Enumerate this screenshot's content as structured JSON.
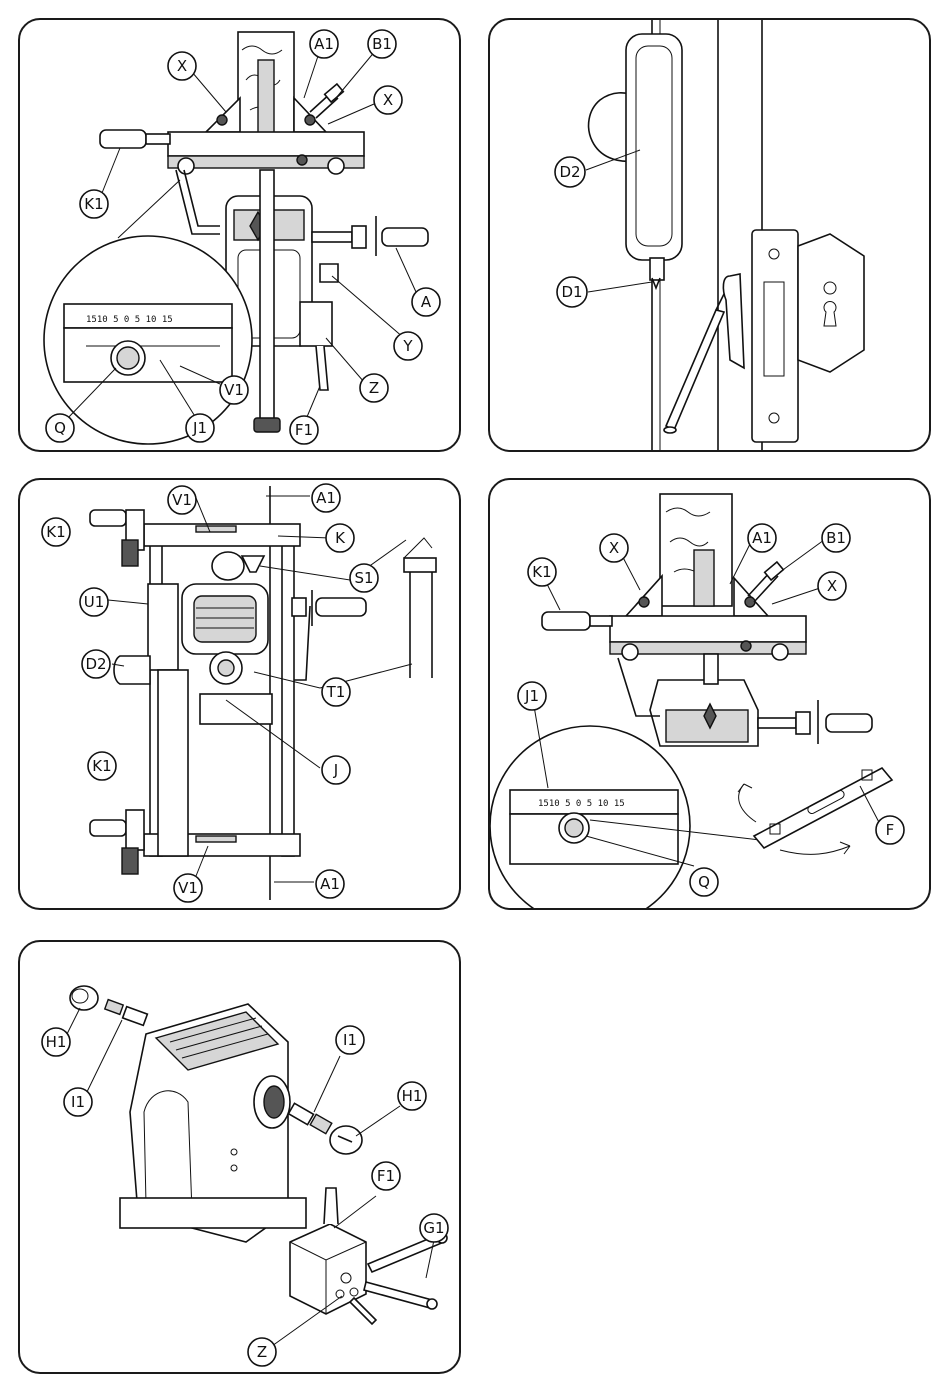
{
  "figures": [
    {
      "id": "fig1",
      "labels": [
        "X",
        "A1",
        "B1",
        "X",
        "K1",
        "A",
        "Y",
        "Z",
        "F1",
        "V1",
        "J1",
        "Q"
      ],
      "scale": "1510 5 0 5 10 15"
    },
    {
      "id": "fig2",
      "labels": [
        "D2",
        "D1"
      ]
    },
    {
      "id": "fig3",
      "labels": [
        "V1",
        "A1",
        "K1",
        "K",
        "S1",
        "U1",
        "D2",
        "T1",
        "J",
        "K1",
        "V1",
        "A1"
      ]
    },
    {
      "id": "fig4",
      "labels": [
        "X",
        "A1",
        "B1",
        "K1",
        "X",
        "J1",
        "F",
        "Q"
      ],
      "scale": "1510 5 0 5 10 15"
    },
    {
      "id": "fig5",
      "labels": [
        "H1",
        "I1",
        "I1",
        "H1",
        "F1",
        "G1",
        "Z"
      ]
    }
  ]
}
